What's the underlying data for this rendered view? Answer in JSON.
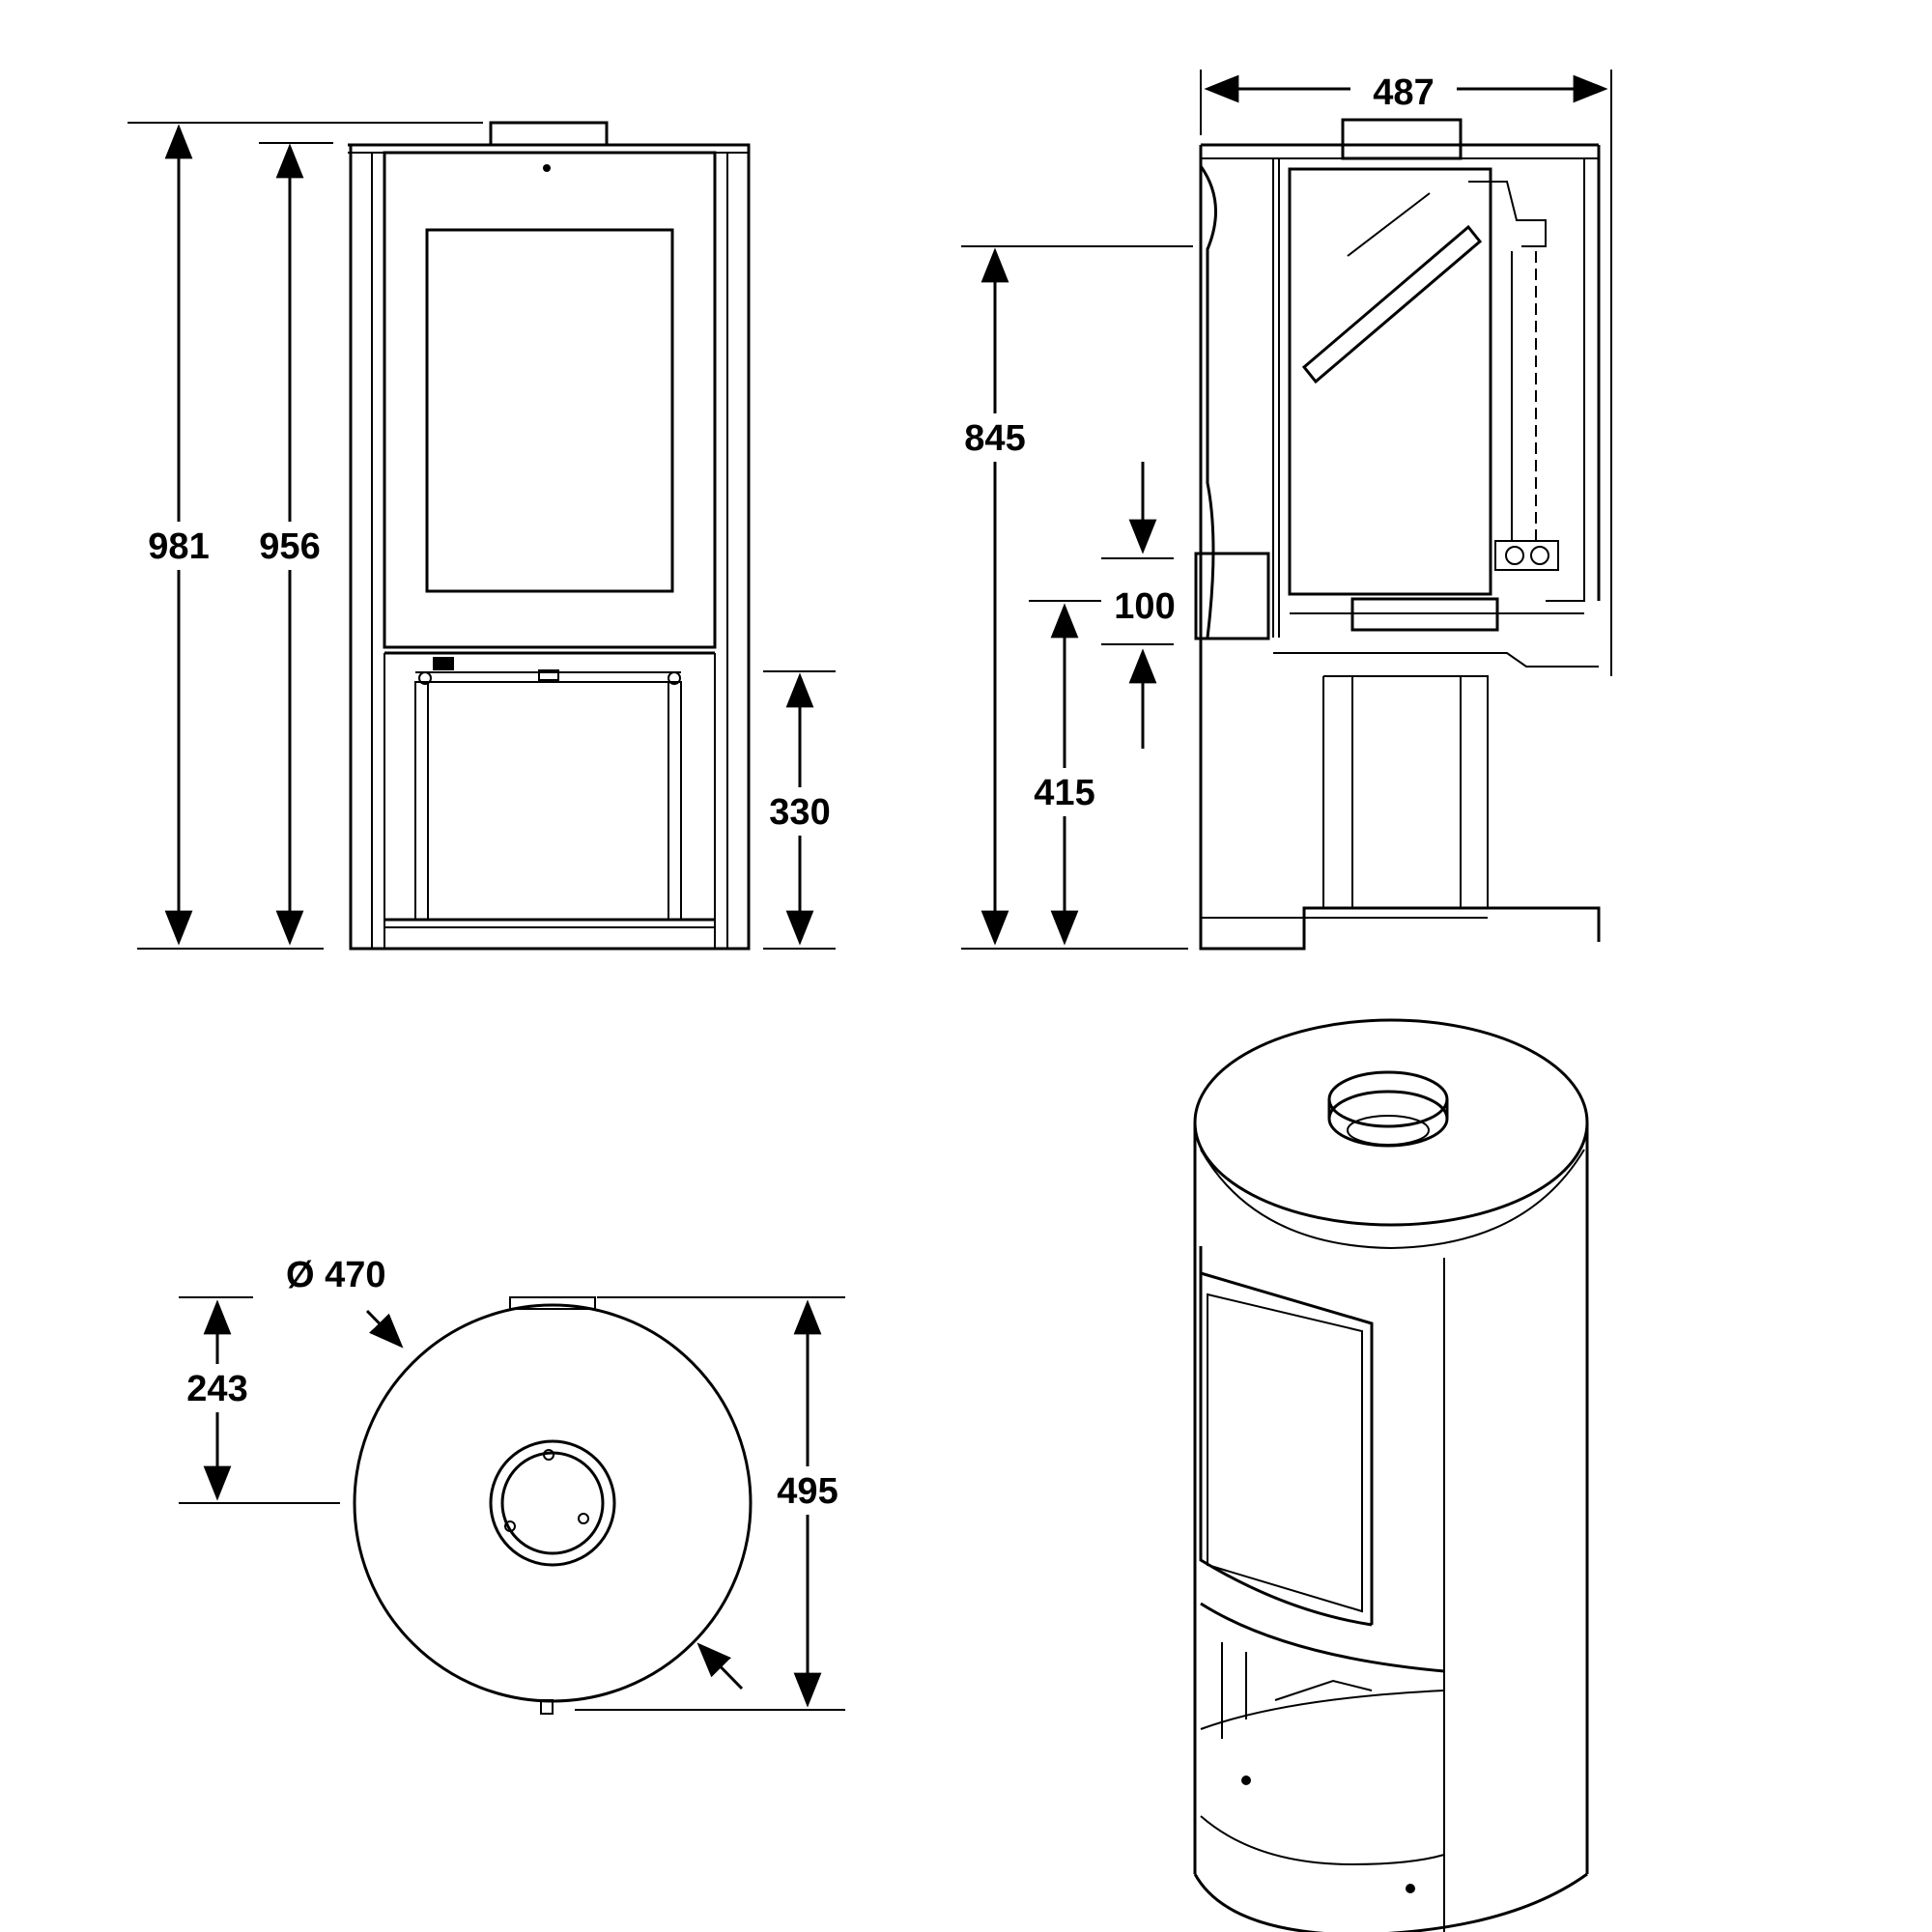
{
  "dimensions": {
    "total_height": "981",
    "body_height": "956",
    "log_store_height": "330",
    "width": "487",
    "flue_center_height": "845",
    "flue_diameter": "100",
    "log_store_side": "415",
    "diameter": "Ø 470",
    "flue_offset": "243",
    "depth": "495"
  }
}
